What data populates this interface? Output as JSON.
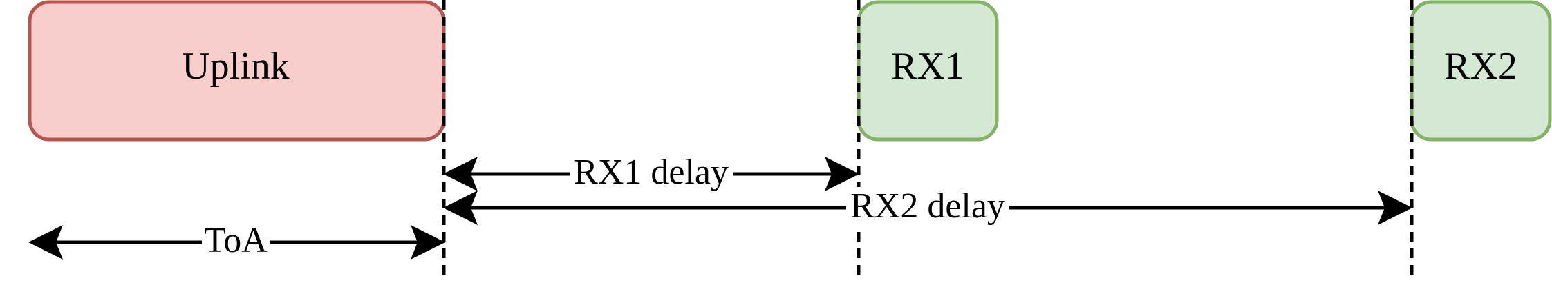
{
  "boxes": {
    "uplink": {
      "label": "Uplink",
      "fill": "#f8cecc",
      "stroke": "#b85450"
    },
    "rx1": {
      "label": "RX1",
      "fill": "#d5e8d4",
      "stroke": "#82b366"
    },
    "rx2": {
      "label": "RX2",
      "fill": "#d5e8d4",
      "stroke": "#82b366"
    }
  },
  "arrows": {
    "rx1_delay": {
      "label": "RX1 delay"
    },
    "rx2_delay": {
      "label": "RX2 delay"
    },
    "toa": {
      "label": "ToA"
    }
  },
  "line_color": "#000000"
}
